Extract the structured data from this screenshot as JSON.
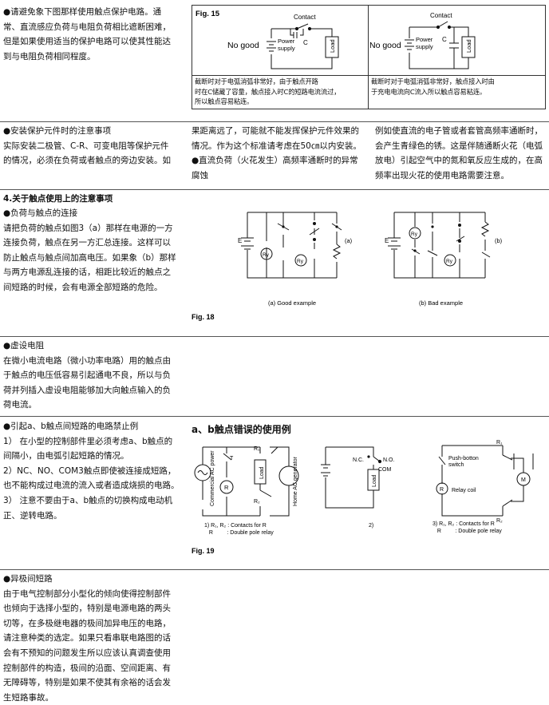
{
  "sec1": {
    "lines": [
      "●请避免象下图那样使用触点保护电路。通",
      "常、直流感应负荷与电阻负荷相比遮断困难，",
      "但是如果使用适当的保护电路可以使其性能达",
      "到与电阻负荷相同程度。"
    ],
    "fig15_label": "Fig. 15",
    "panels": [
      {
        "no_good": "No good",
        "contact": "Contact",
        "c": "C",
        "power_supply": "Power\nsupply",
        "load": "Load",
        "note_lines": [
          "截断时对于电弧消弧非常好，由于触点开路",
          "时在C储藏了容量，触点接入时C的短路电流流过，",
          "所以触点容易粘连。"
        ]
      },
      {
        "no_good": "No good",
        "contact": "Contact",
        "c": "C",
        "power_supply": "Power\nsupply",
        "load": "Load",
        "note_lines": [
          "截断时对于电弧消弧非常好，触点接入时由",
          "于充电电流向C流入所以触点容易粘连。"
        ]
      }
    ]
  },
  "sec2": {
    "col1": [
      "●安装保护元件时的注意事项",
      "实际安装二极管、C-R、可变电阻等保护元件",
      "的情况，必须在负荷或者触点的旁边安装。如"
    ],
    "col2": [
      "果距离远了，可能就不能发挥保护元件效果的",
      "情况。作为这个标准请考虑在50㎝以内安装。",
      "●直流负荷（火花发生）高频率通断时的异常",
      "腐蚀"
    ],
    "col3": [
      "例如使直流的电子管或者套管高频率通断时，",
      "会产生青绿色的锈。这是伴随通断火花（电弧",
      "放电）引起空气中的氮和氧反应生成的，在高",
      "频率出现火花的使用电路需要注意。"
    ]
  },
  "sec3": {
    "heading": "4.关于触点使用上的注意事项",
    "lines": [
      "●负荷与触点的连接",
      "请把负荷的触点如图3（a）那样在电源的一方",
      "连接负荷，触点在另一方汇总连接。这样可以",
      "防止触点与触点间加高电压。如果象（b）那样",
      "与两方电源乱连接的话，相距比较近的触点之",
      "间短路的时候，会有电源全部短路的危险。"
    ],
    "fig18_label": "Fig. 18",
    "good_caption": "(a) Good example",
    "bad_caption": "(b) Bad example",
    "a_tag": "(a)",
    "b_tag": "(b)",
    "e": "E",
    "ry": "Ry"
  },
  "sec4": {
    "lines": [
      "●虚设电阻",
      "在微小电流电路（微小功率电路）用的触点由",
      "于触点的电压低容易引起通电不良，所以与负",
      "荷并列插入虚设电阻能够加大向触点输入的负",
      "荷电流。"
    ]
  },
  "sec5": {
    "lines": [
      "●引起a、b触点间短路的电路禁止例",
      "1） 在小型的控制部件里必须考虑a、b触点的",
      "间隔小，由电弧引起短路的情况。",
      "2）NC、NO、COM3触点即使被连接成短路，",
      "也不能构成过电流的流入或者造成烧损的电路。",
      "3） 注意不要由于a、b触点的切换构成电动机",
      "正、逆转电路。"
    ],
    "title": "a、b触点错误的使用例",
    "fig19_label": "Fig. 19",
    "commercial_ac": "Commercial AC power",
    "home_ac": "Home AC generator",
    "load": "Load",
    "r": "R",
    "r1": "R₁",
    "r2": "R₂",
    "t": "T",
    "nc": "N.C.",
    "no": "N.O.",
    "com": "COM",
    "push_button": "Push-botton\nswitch",
    "relay_coil": "Relay coil",
    "motor": "M",
    "cap1_lines": [
      "1) R₁, R₂ : Contacts for R",
      "   R         : Double pole relay"
    ],
    "cap2": "2)",
    "cap3_lines": [
      "3) R₁, R₂ : Contacts for R",
      "   R         : Double pole relay"
    ]
  },
  "sec6": {
    "lines": [
      "●异极间短路",
      "由于电气控制部分小型化的倾向使得控制部件",
      "也倾向于选择小型的，特别是电源电路的两头",
      "切等，在多极继电器的极间加异电压的电路，",
      "请注意种类的选定。如果只看串联电路图的话",
      "会有不预知的问题发生所以应该认真调查使用",
      "控制部件的构造，极间的沿面、空间距离、有",
      "无障碍等，特别是如果不使其有余裕的话会发",
      "生短路事故。"
    ]
  }
}
